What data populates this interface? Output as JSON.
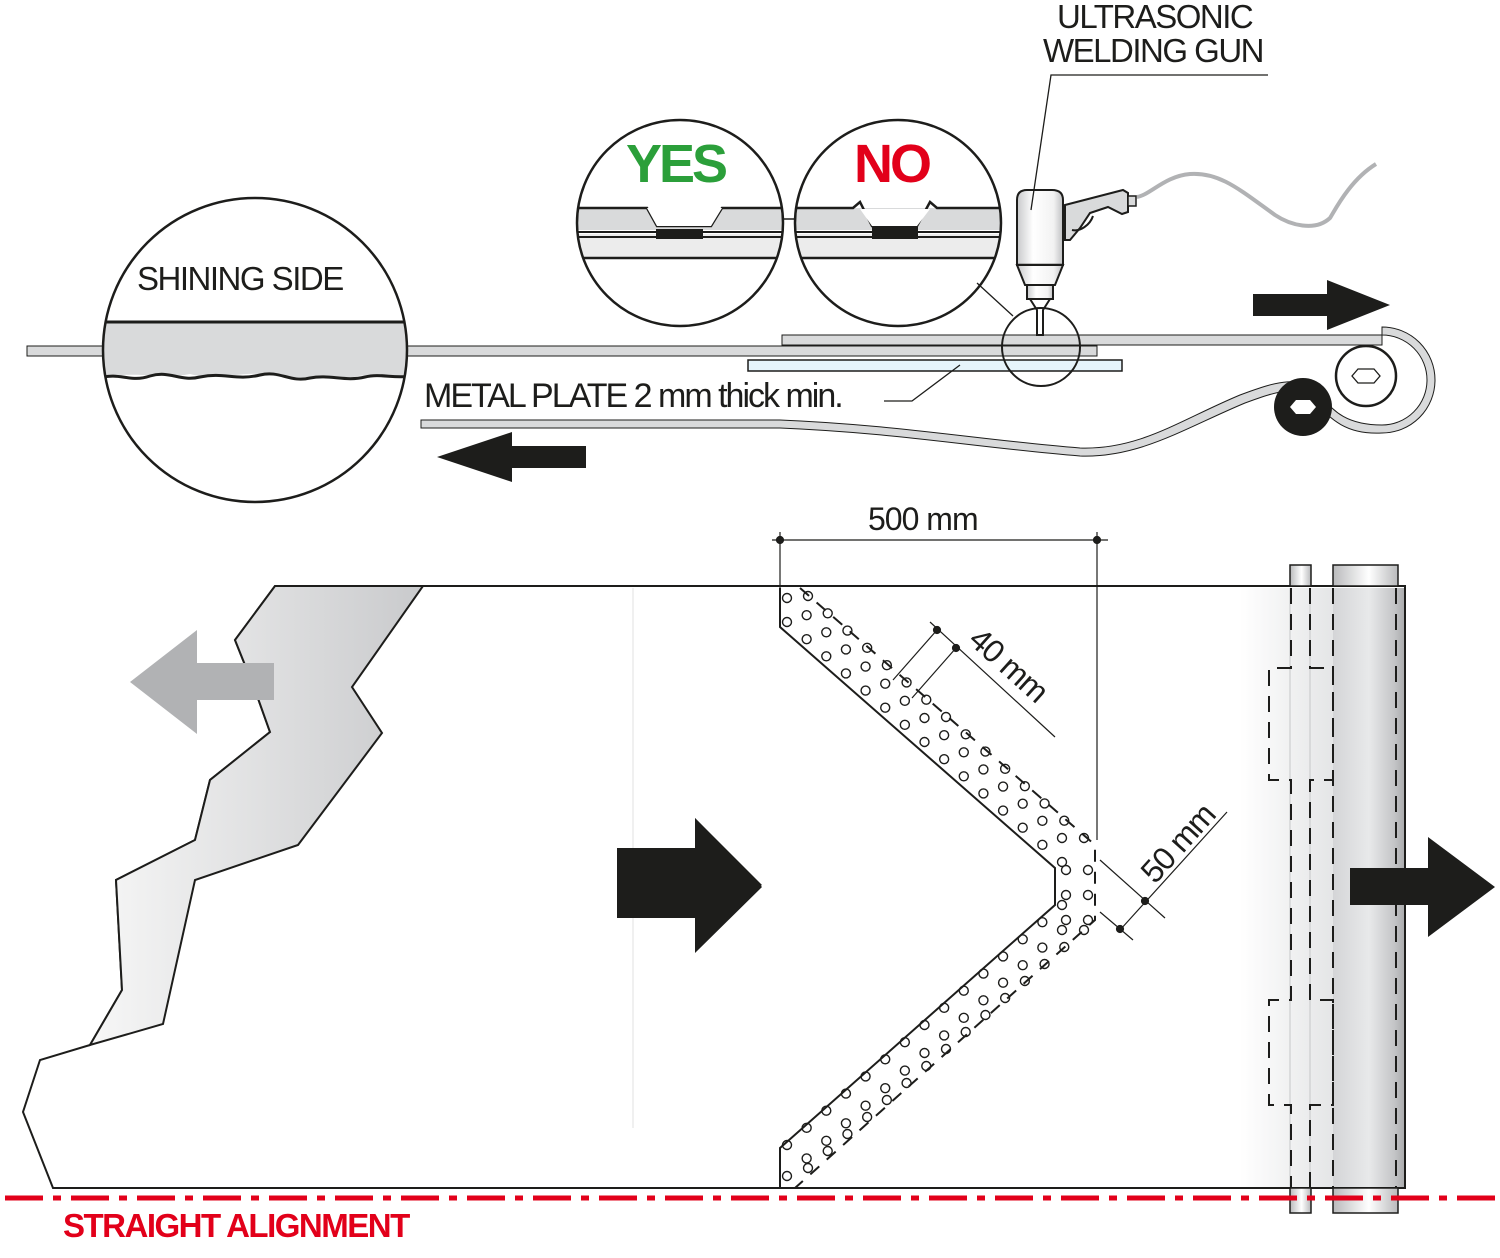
{
  "diagram": {
    "title_labels": {
      "welding_gun": [
        "ULTRASONIC",
        "WELDING GUN"
      ],
      "shining_side": "SHINING SIDE",
      "metal_plate": "METAL PLATE 2 mm thick min.",
      "yes": "YES",
      "no": "NO",
      "straight_alignment": "STRAIGHT ALIGNMENT"
    },
    "dimensions": {
      "width": "500 mm",
      "hole_pitch": "40 mm",
      "edge_gap": "50 mm"
    },
    "colors": {
      "yes": "#2b9f3a",
      "no": "#e2001a",
      "alignment_line": "#e2001a",
      "ink": "#1d1d1b",
      "belt_gray": "#d9dadb",
      "arrow_gray": "#b1b2b4",
      "plate_blue": "#e6f4fb"
    },
    "direction_arrows": {
      "top_right": "right",
      "top_left": "left",
      "belt_center": "right",
      "belt_right": "right",
      "belt_left_ghost": "left"
    }
  }
}
